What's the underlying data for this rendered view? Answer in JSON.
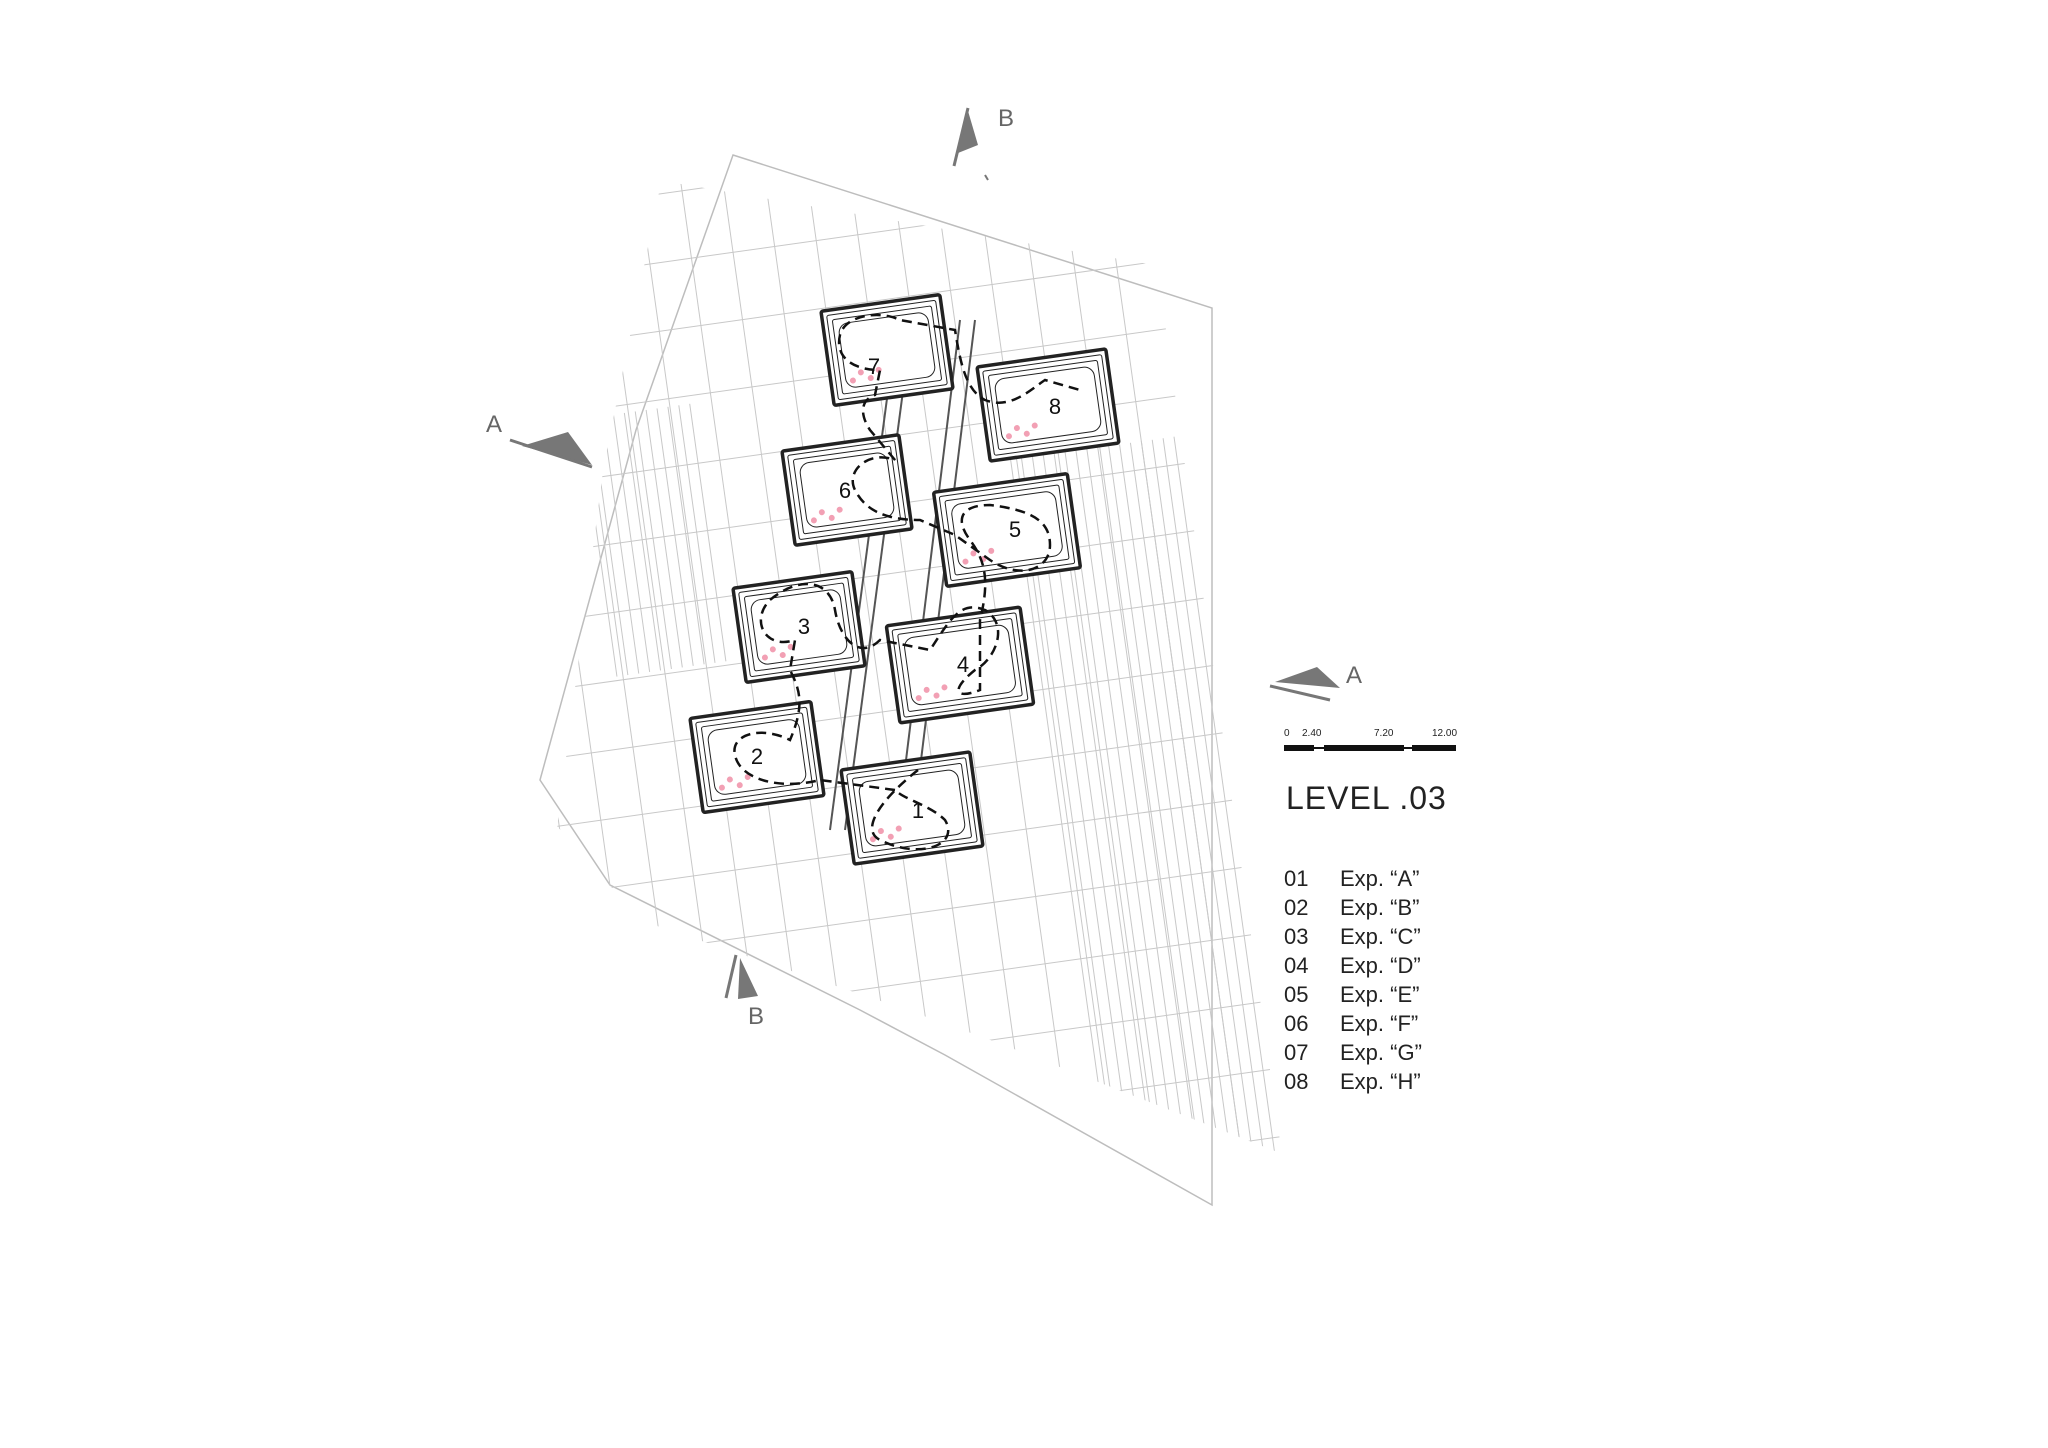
{
  "plan": {
    "rooms": [
      "1",
      "2",
      "3",
      "4",
      "5",
      "6",
      "7",
      "8"
    ],
    "section_marks": {
      "a": "A",
      "b": "B"
    },
    "colors": {
      "grid": "#c8c8c8",
      "wall": "#222222",
      "path": "#111111",
      "marker": "#777777",
      "accent_pink": "#f2a0b4"
    }
  },
  "scale_bar": {
    "labels": [
      "0",
      "2.40",
      "7.20",
      "12.00"
    ]
  },
  "level": {
    "title": "LEVEL .03"
  },
  "legend": {
    "items": [
      {
        "num": "01",
        "label": "Exp. “A”"
      },
      {
        "num": "02",
        "label": "Exp. “B”"
      },
      {
        "num": "03",
        "label": "Exp. “C”"
      },
      {
        "num": "04",
        "label": "Exp. “D”"
      },
      {
        "num": "05",
        "label": "Exp. “E”"
      },
      {
        "num": "06",
        "label": "Exp. “F”"
      },
      {
        "num": "07",
        "label": "Exp. “G”"
      },
      {
        "num": "08",
        "label": "Exp. “H”"
      }
    ]
  }
}
